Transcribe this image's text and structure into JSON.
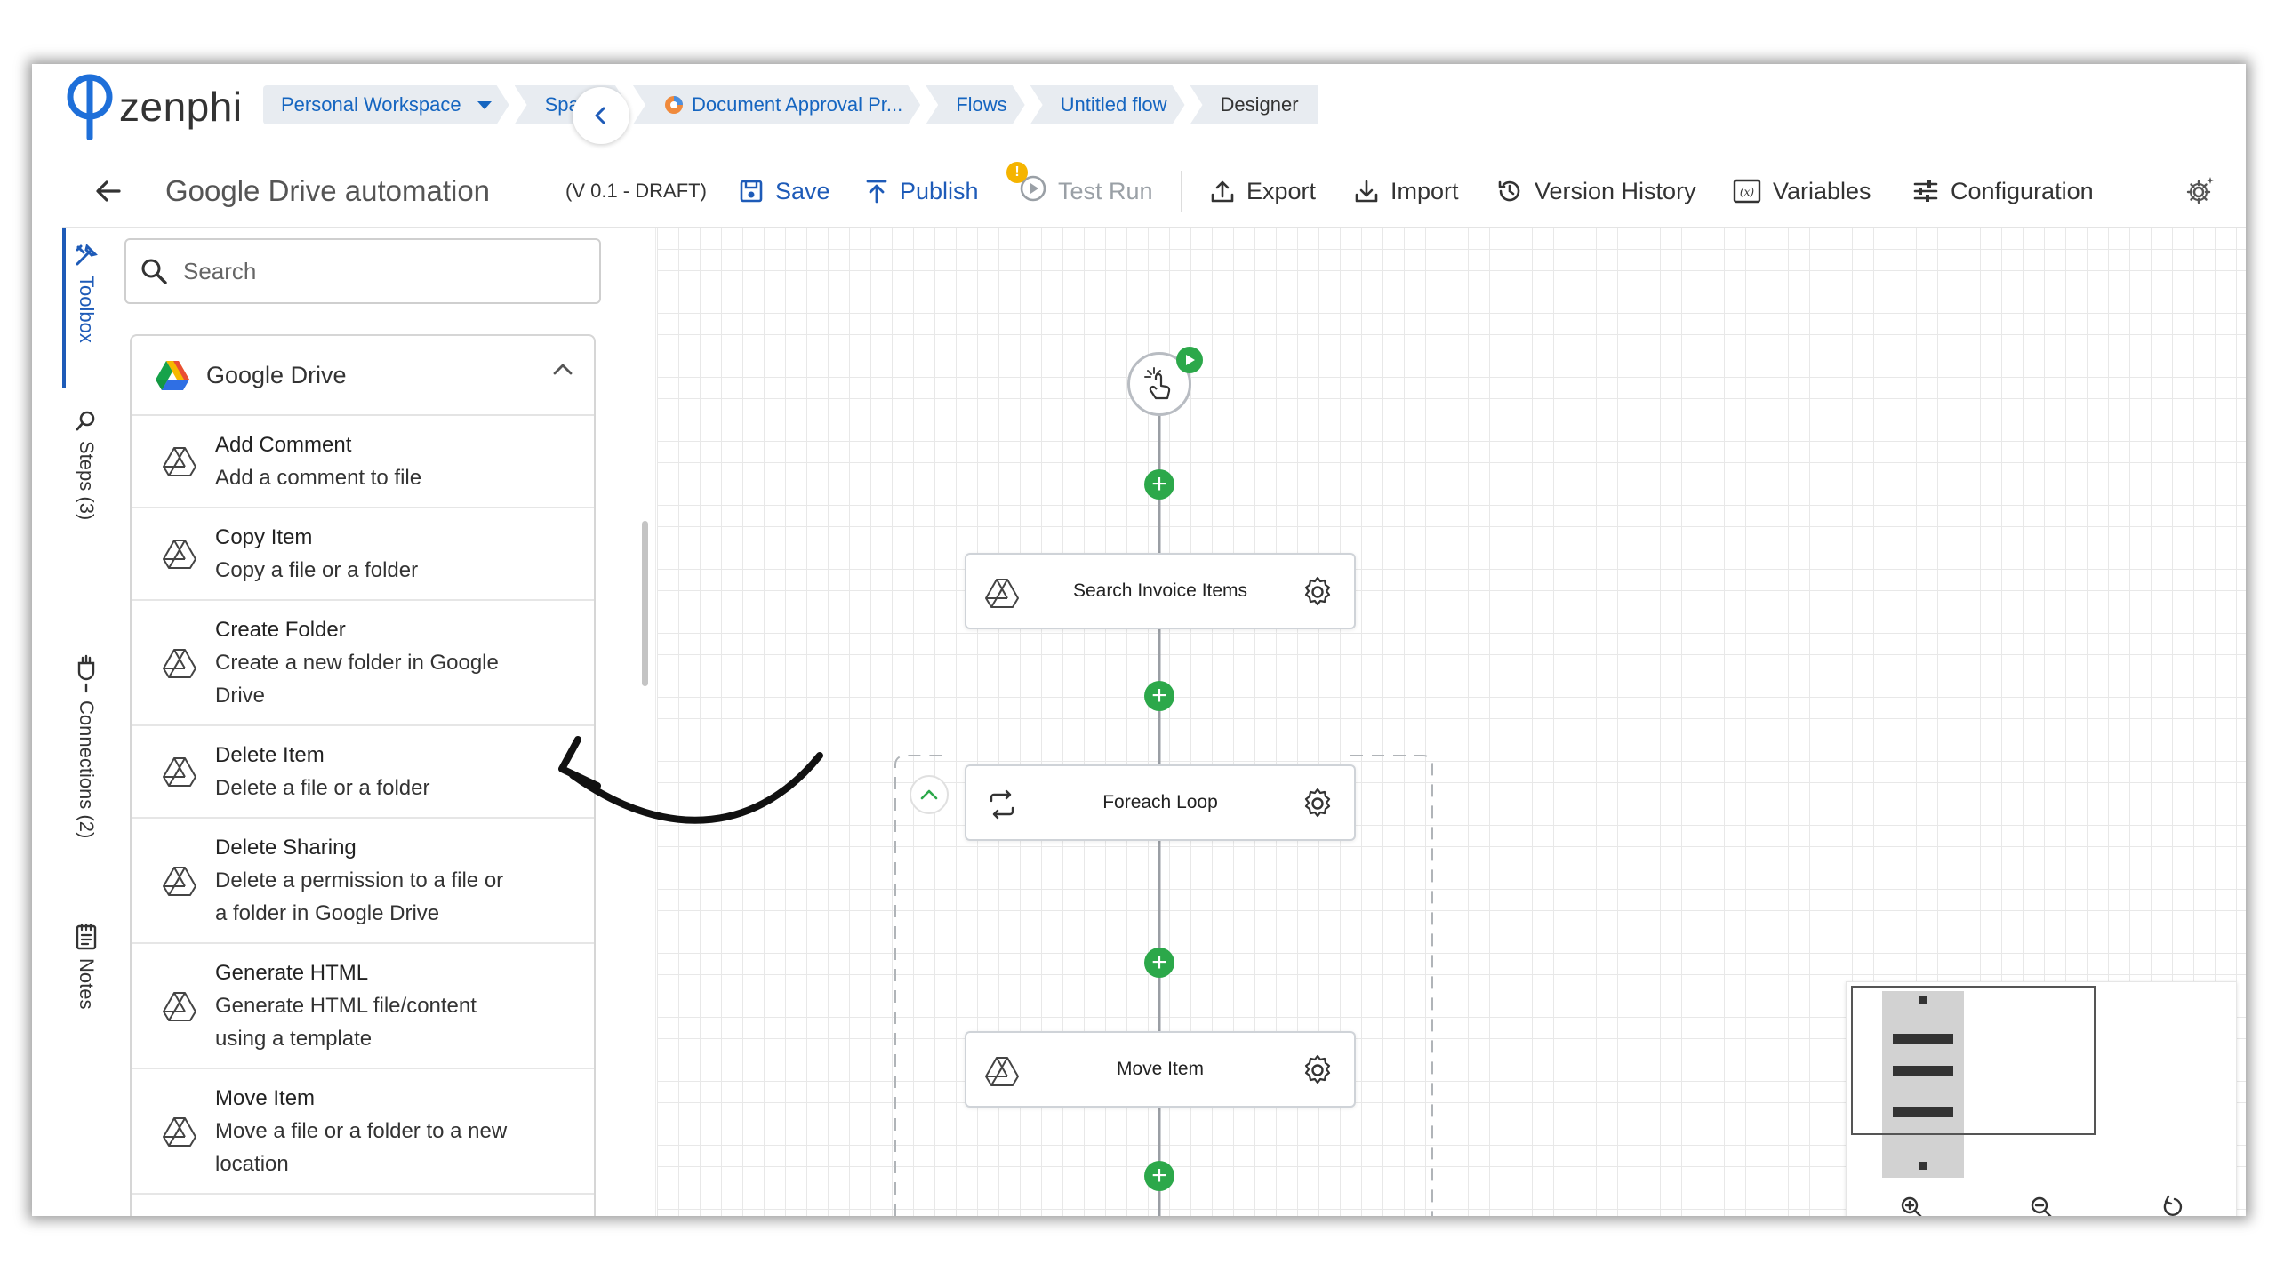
{
  "app": {
    "brand": "zenphi",
    "colors": {
      "accent": "#1e5bb8",
      "success": "#2ca84a",
      "warning": "#f5b400"
    }
  },
  "breadcrumbs": [
    {
      "label": "Personal Workspace",
      "icon": "caret-down-icon"
    },
    {
      "label": "Spaces"
    },
    {
      "label": "Document Approval Pr...",
      "icon": "document-approval-icon"
    },
    {
      "label": "Flows"
    },
    {
      "label": "Untitled flow"
    },
    {
      "label": "Designer"
    }
  ],
  "toolbar": {
    "title": "Google Drive automation",
    "version": "(V 0.1 - DRAFT)",
    "save": "Save",
    "publish": "Publish",
    "test_run": "Test Run",
    "test_badge": "!",
    "export": "Export",
    "import": "Import",
    "version_history": "Version History",
    "variables": "Variables",
    "configuration": "Configuration"
  },
  "rail": [
    {
      "label": "Toolbox",
      "icon": "tools-icon",
      "active": true
    },
    {
      "label": "Steps (3)",
      "icon": "magnify-icon"
    },
    {
      "label": "Connections (2)",
      "icon": "plug-icon"
    },
    {
      "label": "Notes",
      "icon": "notes-icon"
    }
  ],
  "toolbox": {
    "search_placeholder": "Search",
    "group": "Google Drive",
    "items": [
      {
        "title": "Add Comment",
        "desc": [
          "Add a comment to file"
        ]
      },
      {
        "title": "Copy Item",
        "desc": [
          "Copy a file or a folder"
        ]
      },
      {
        "title": "Create Folder",
        "desc": [
          "Create a new folder in Google",
          "Drive"
        ]
      },
      {
        "title": "Delete Item",
        "desc": [
          "Delete a file or a folder"
        ]
      },
      {
        "title": "Delete Sharing",
        "desc": [
          "Delete a permission to a file or",
          "a folder in Google Drive"
        ]
      },
      {
        "title": "Generate HTML",
        "desc": [
          "Generate HTML file/content",
          "using a template"
        ]
      },
      {
        "title": "Move Item",
        "desc": [
          "Move a file or a folder to a new",
          "location"
        ]
      }
    ]
  },
  "flow": {
    "nodes": [
      {
        "label": "Search Invoice Items",
        "icon": "google-drive-icon"
      },
      {
        "label": "Foreach Loop",
        "icon": "loop-icon"
      },
      {
        "label": "Move Item",
        "icon": "google-drive-icon"
      }
    ],
    "add_step_symbol": "+"
  }
}
